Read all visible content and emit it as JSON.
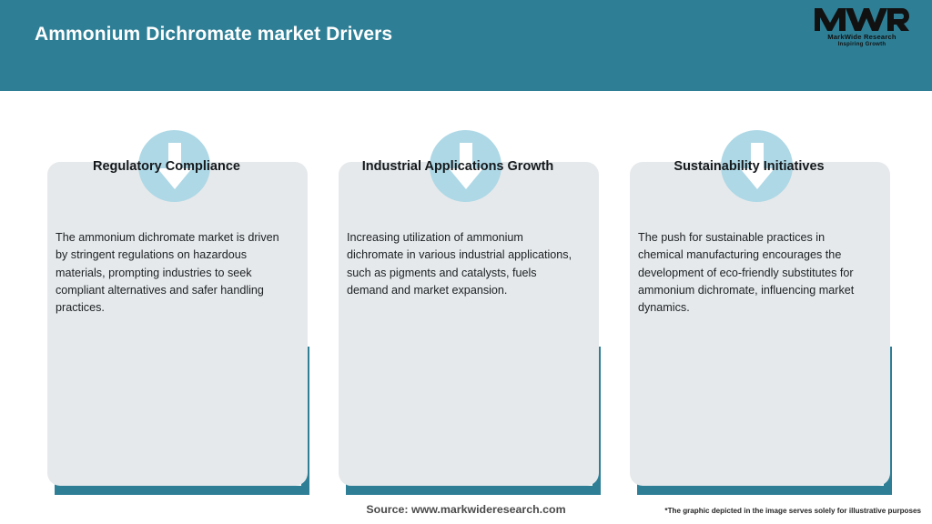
{
  "header": {
    "title": "Ammonium Dichromate market Drivers",
    "background_color": "#2e7f96",
    "title_color": "#ffffff"
  },
  "logo": {
    "mark": "MWR",
    "name": "MarkWide Research",
    "tagline": "Inspiring Growth"
  },
  "theme": {
    "teal": "#2e7f96",
    "card_grey": "#e6e9eb",
    "badge_blue": "#aed8e6",
    "arrow_white": "#ffffff"
  },
  "cards": [
    {
      "icon": "down-arrow-icon",
      "title": "Regulatory Compliance",
      "body": "The ammonium dichromate market is driven by stringent regulations on hazardous materials, prompting industries to seek compliant alternatives and safer handling practices."
    },
    {
      "icon": "down-arrow-icon",
      "title": "Industrial Applications Growth",
      "body": "Increasing utilization of ammonium dichromate in various industrial applications, such as pigments and catalysts, fuels demand and market expansion."
    },
    {
      "icon": "down-arrow-icon",
      "title": "Sustainability Initiatives",
      "body": "The push for sustainable practices in chemical manufacturing encourages the development of eco-friendly substitutes for ammonium dichromate, influencing market dynamics."
    }
  ],
  "footer": {
    "source": "Source: www.markwideresearch.com",
    "disclaimer": "*The graphic depicted in the image serves solely for illustrative purposes"
  }
}
